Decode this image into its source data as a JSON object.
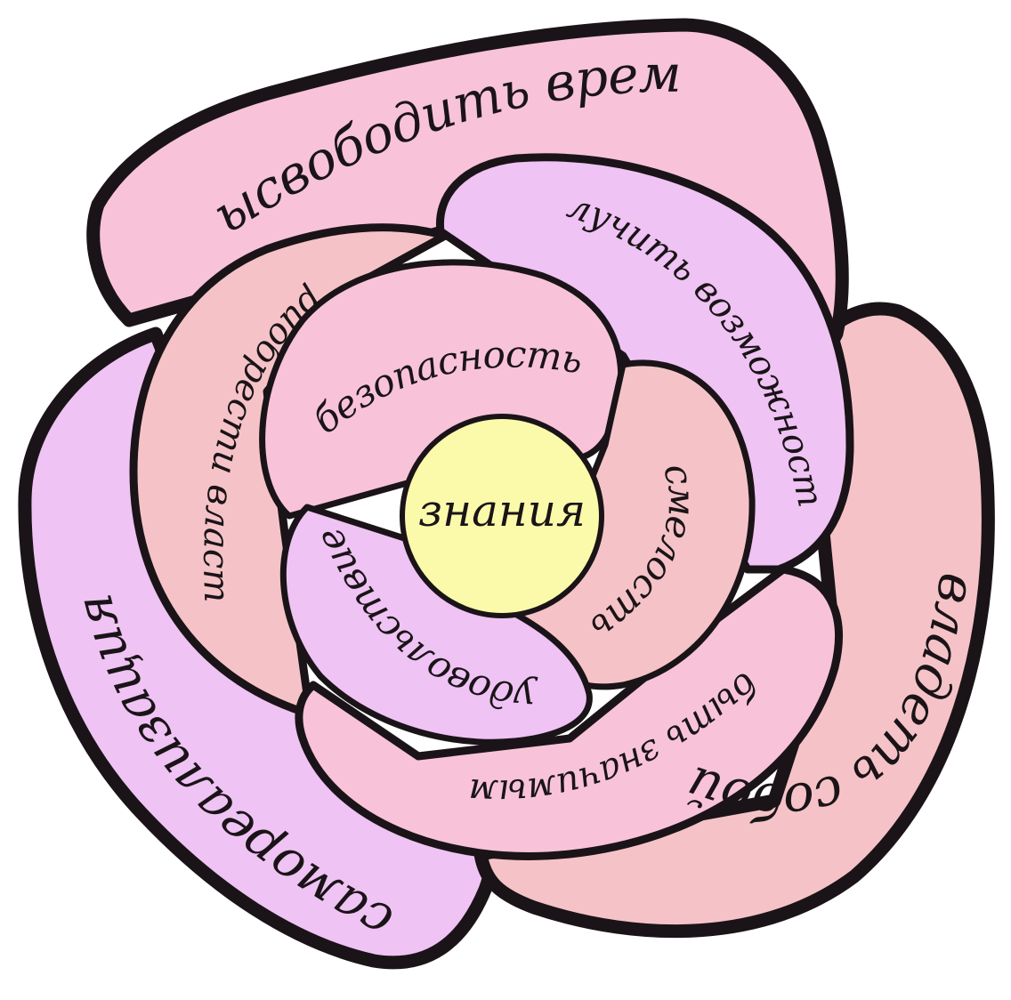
{
  "colors": {
    "outline": "#1a1418",
    "pink": "#f8c3d8",
    "lavender": "#efc3f3",
    "salmon": "#f5c3c7",
    "core": "#fbfaaa"
  },
  "petals": {
    "outer_top": "высвободить время",
    "outer_right": "владеть собой",
    "outer_left": "самореализация",
    "mid_top_right": "получить возможности",
    "mid_left": "приобрести власть",
    "mid_bottom": "быть значимым",
    "inner_top": "безопасность",
    "inner_right": "смелость",
    "inner_bottom_left": "удовольствие",
    "core": "знания"
  }
}
